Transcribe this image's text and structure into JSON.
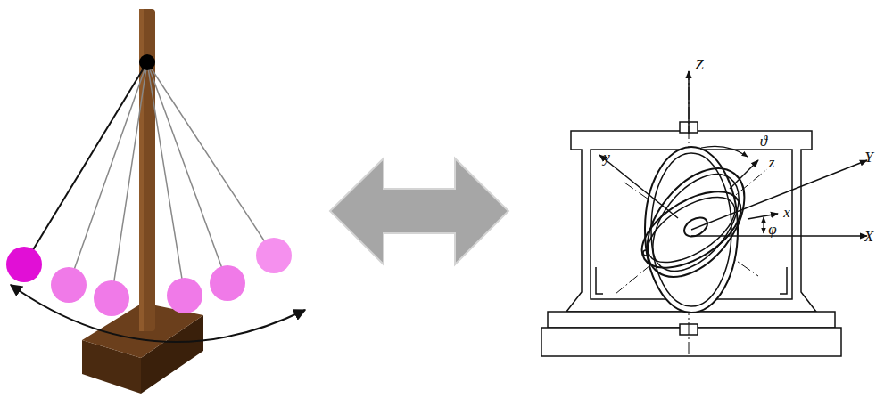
{
  "diagram": {
    "labels": [
      "Z",
      "y",
      "ϑ",
      "z",
      "Y",
      "x",
      "φ",
      "X"
    ]
  }
}
